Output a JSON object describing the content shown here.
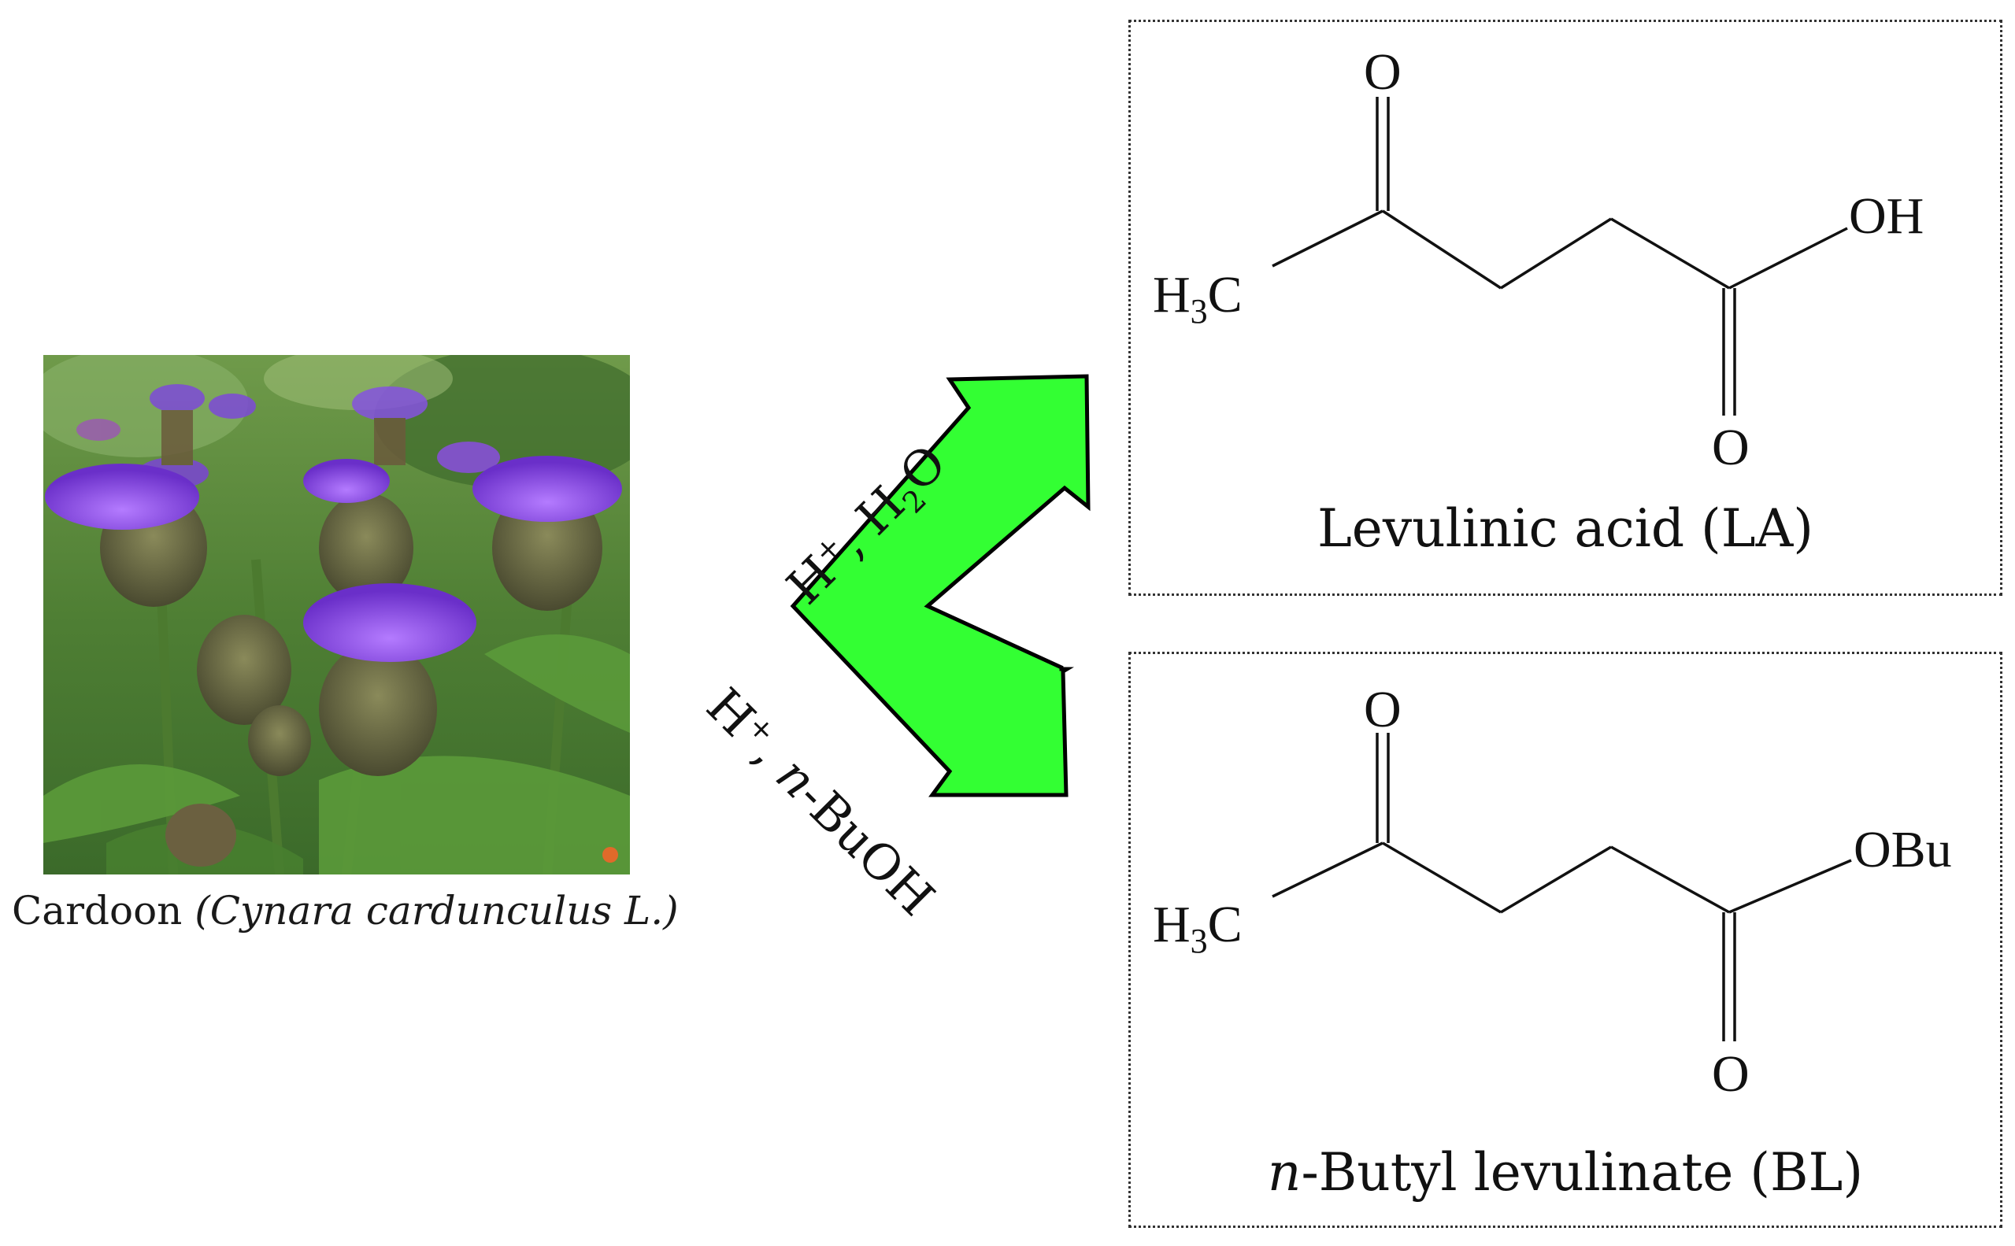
{
  "photo": {
    "caption_common": "Cardoon",
    "caption_latin": "(Cynara cardunculus L.)"
  },
  "reactions": {
    "upper_reagent_acid": "H",
    "upper_reagent_acid_charge": "+",
    "upper_reagent_sep": ",",
    "upper_reagent_water_a": "H",
    "upper_reagent_water_sub": "2",
    "upper_reagent_water_b": "O",
    "lower_reagent_acid": "H",
    "lower_reagent_acid_charge": "+",
    "lower_reagent_sep": ",",
    "lower_reagent_n": "n",
    "lower_reagent_rest": "-BuOH"
  },
  "products": {
    "la": {
      "name": "Levulinic acid (LA)",
      "label_o_top": "O",
      "label_oh": "OH",
      "label_o_bottom": "O",
      "label_ch3_h": "H",
      "label_ch3_sub": "3",
      "label_ch3_c": "C"
    },
    "bl": {
      "name_prefix": "n",
      "name_rest": "-Butyl levulinate (BL)",
      "label_o_top": "O",
      "label_obu": "OBu",
      "label_o_bottom": "O",
      "label_ch3_h": "H",
      "label_ch3_sub": "3",
      "label_ch3_c": "C"
    }
  },
  "colors": {
    "arrow_fill": "#33ff33",
    "flower_petal": "#8a3dd9",
    "foliage": "#4e8a34"
  }
}
